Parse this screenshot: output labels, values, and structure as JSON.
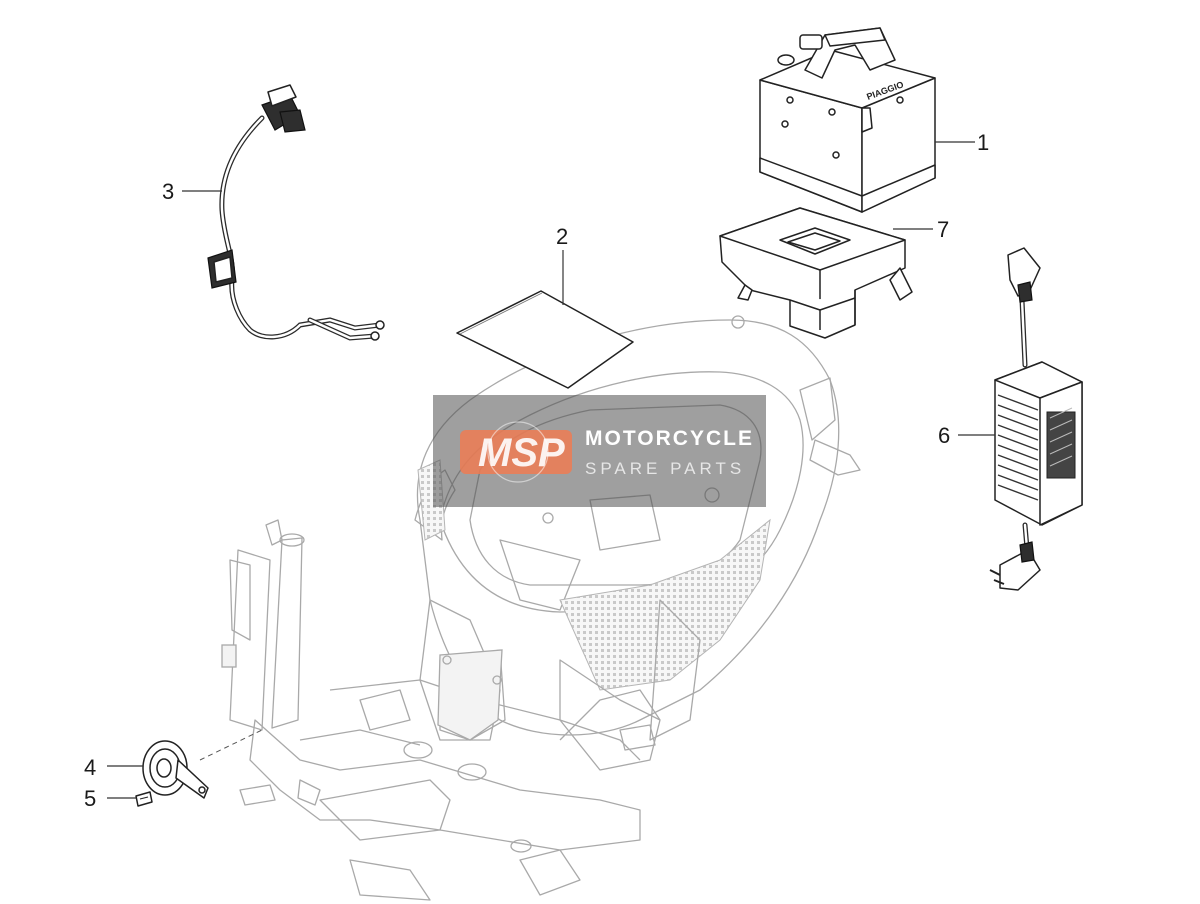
{
  "callouts": [
    {
      "id": "1",
      "label": "1"
    },
    {
      "id": "2",
      "label": "2"
    },
    {
      "id": "3",
      "label": "3"
    },
    {
      "id": "4",
      "label": "4"
    },
    {
      "id": "5",
      "label": "5"
    },
    {
      "id": "6",
      "label": "6"
    },
    {
      "id": "7",
      "label": "7"
    }
  ],
  "battery": {
    "brand": "PIAGGIO"
  },
  "watermark": {
    "logo": "MSP",
    "title": "MOTORCYCLE",
    "subtitle": "SPARE PARTS"
  }
}
